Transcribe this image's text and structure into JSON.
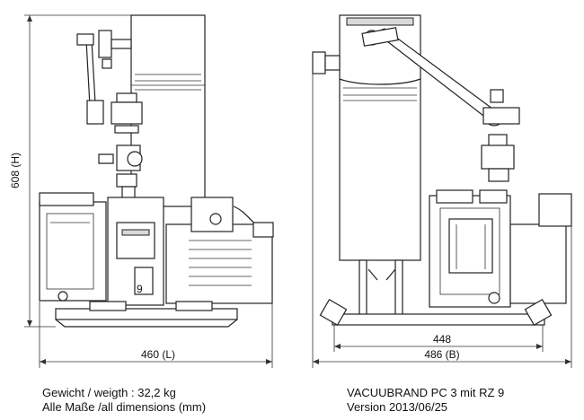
{
  "dimensions": {
    "height": "608 (H)",
    "length": "460 (L)",
    "width_inner": "448",
    "width_outer": "486 (B)"
  },
  "labels": {
    "pump_number": "9"
  },
  "caption_left": {
    "line1": "Gewicht / weigth : 32,2 kg",
    "line2": "Alle Maße /all dimensions (mm)"
  },
  "caption_right": {
    "line1": "VACUUBRAND PC 3 mit RZ 9",
    "line2": "Version 2013/06/25"
  }
}
